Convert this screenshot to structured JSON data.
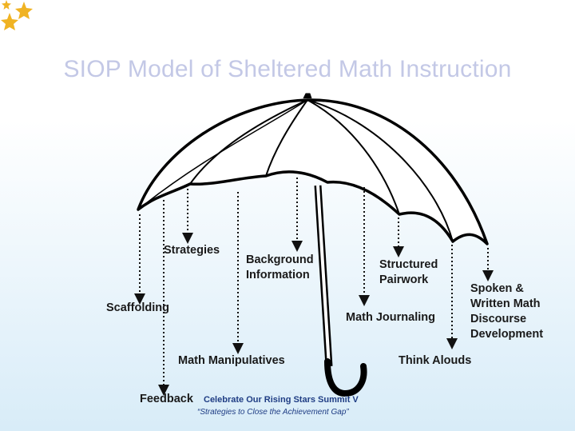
{
  "title": "SIOP Model of Sheltered Math Instruction",
  "labels": {
    "scaffolding": "Scaffolding",
    "strategies": "Strategies",
    "background": [
      "Background",
      "Information"
    ],
    "structured": [
      "Structured",
      "Pairwork"
    ],
    "spoken": [
      "Spoken &",
      "Written Math",
      "Discourse",
      "Development"
    ],
    "math_journaling": "Math Journaling",
    "math_manipulatives": "Math Manipulatives",
    "think_alouds": "Think Alouds",
    "feedback": "Feedback"
  },
  "footer": {
    "line1": "Celebrate Our Rising Stars Summit V",
    "line2": "“Strategies to Close the Achievement Gap”"
  },
  "colors": {
    "title": "#c3c8e6",
    "footer": "#1f3d84",
    "star": "#f0b323"
  }
}
